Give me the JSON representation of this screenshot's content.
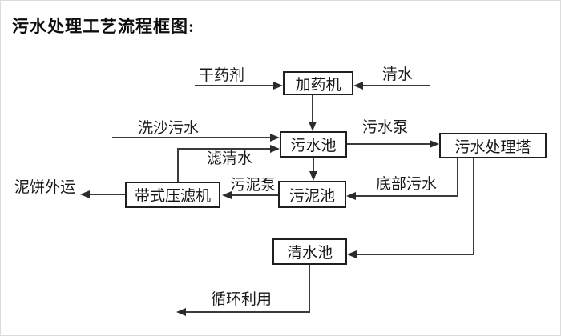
{
  "title": "污水处理工艺流程框图:",
  "diagram": {
    "nodes": {
      "dosing_machine": "加药机",
      "sewage_pool": "污水池",
      "treatment_tower": "污水处理塔",
      "sludge_pool": "污泥池",
      "belt_filter_press": "带式压滤机",
      "clean_water_pool": "清水池"
    },
    "labels": {
      "dry_agent": "干药剂",
      "clean_water": "清水",
      "sand_wash_sewage": "洗沙污水",
      "filtered_water": "滤清水",
      "sewage_pump": "污水泵",
      "bottom_sewage": "底部污水",
      "sludge_pump": "污泥泵",
      "mud_cake_shipped": "泥饼外运",
      "recycling": "循环利用"
    },
    "colors": {
      "line": "#3a3a3a",
      "box_border": "#1f1f1f",
      "text": "#111111",
      "background": "#ffffff"
    }
  }
}
